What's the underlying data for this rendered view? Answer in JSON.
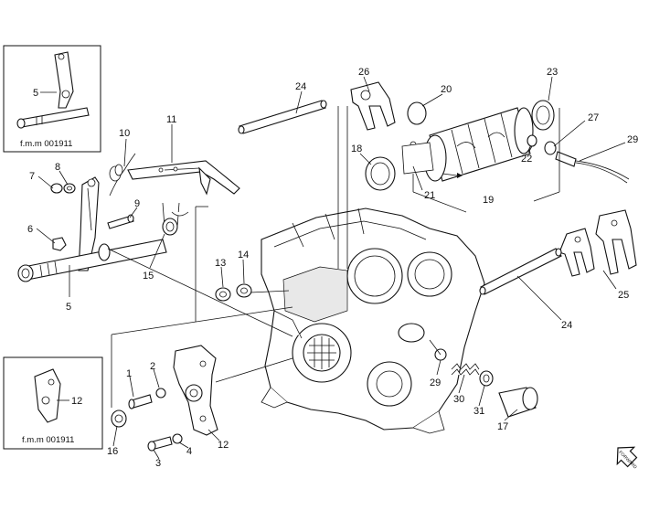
{
  "callouts": [
    {
      "id": "c5a",
      "label": "5"
    },
    {
      "id": "c5b",
      "label": "5"
    },
    {
      "id": "c6",
      "label": "6"
    },
    {
      "id": "c7",
      "label": "7"
    },
    {
      "id": "c8",
      "label": "8"
    },
    {
      "id": "c9",
      "label": "9"
    },
    {
      "id": "c10",
      "label": "10"
    },
    {
      "id": "c11",
      "label": "11"
    },
    {
      "id": "c15",
      "label": "15"
    },
    {
      "id": "c13",
      "label": "13"
    },
    {
      "id": "c14",
      "label": "14"
    },
    {
      "id": "c24a",
      "label": "24"
    },
    {
      "id": "c26",
      "label": "26"
    },
    {
      "id": "c20",
      "label": "20"
    },
    {
      "id": "c23",
      "label": "23"
    },
    {
      "id": "c27",
      "label": "27"
    },
    {
      "id": "c29a",
      "label": "29"
    },
    {
      "id": "c18",
      "label": "18"
    },
    {
      "id": "c22",
      "label": "22"
    },
    {
      "id": "c21",
      "label": "21"
    },
    {
      "id": "c19",
      "label": "19"
    },
    {
      "id": "c25",
      "label": "25"
    },
    {
      "id": "c24b",
      "label": "24"
    },
    {
      "id": "c29b",
      "label": "29"
    },
    {
      "id": "c30",
      "label": "30"
    },
    {
      "id": "c31",
      "label": "31"
    },
    {
      "id": "c17",
      "label": "17"
    },
    {
      "id": "c1",
      "label": "1"
    },
    {
      "id": "c2",
      "label": "2"
    },
    {
      "id": "c16",
      "label": "16"
    },
    {
      "id": "c3",
      "label": "3"
    },
    {
      "id": "c4",
      "label": "4"
    },
    {
      "id": "c12a",
      "label": "12"
    },
    {
      "id": "c12b",
      "label": "12"
    }
  ],
  "insets": {
    "top_caption": "f.m.m  001911",
    "bottom_caption": "f.m.m  001911"
  },
  "direction_arrow": {
    "icon": "direction-arrow-icon",
    "text": "FORWARD"
  }
}
